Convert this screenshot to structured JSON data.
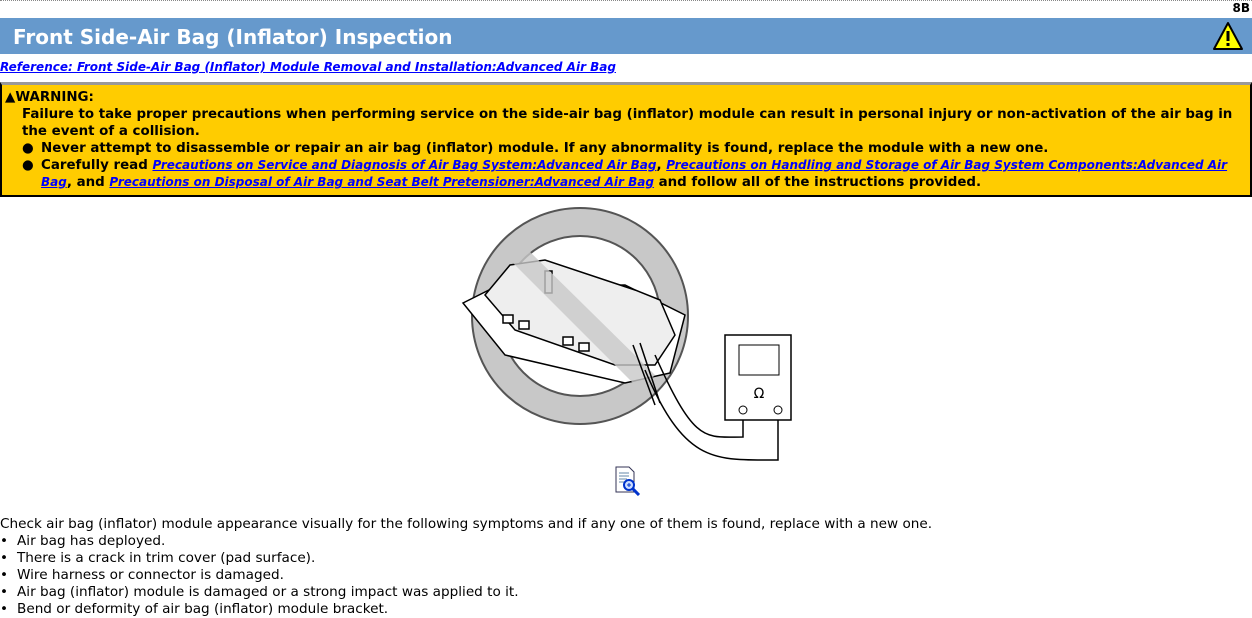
{
  "page_code": "8B",
  "title": "Front Side-Air Bag (Inflator) Inspection",
  "reference_link": "Reference: Front Side-Air Bag (Inflator) Module Removal and Installation:Advanced Air Bag",
  "warning": {
    "heading": "WARNING:",
    "intro": "Failure to take proper precautions when performing service on the side-air bag (inflator) module can result in personal injury or non-activation of the air bag in the event of a collision.",
    "bullet1": "Never attempt to disassemble or repair an air bag (inflator) module. If any abnormality is found, replace the module with a new one.",
    "bullet2_prefix": "Carefully read ",
    "link1": "Precautions on Service and Diagnosis of Air Bag System:Advanced Air Bag",
    "sep1": ", ",
    "link2": "Precautions on Handling and Storage of Air Bag System Components:Advanced Air Bag",
    "sep2": ", and ",
    "link3": "Precautions on Disposal of Air Bag and Seat Belt Pretensioner:Advanced Air Bag",
    "bullet2_suffix": " and follow all of the instructions provided."
  },
  "figure": {
    "meter_symbol": "Ω"
  },
  "body": {
    "intro": "Check air bag (inflator) module appearance visually for the following symptoms and if any one of them is found, replace with a new one.",
    "items": [
      "Air bag has deployed.",
      "There is a crack in trim cover (pad surface).",
      "Wire harness or connector is damaged.",
      "Air bag (inflator) module is damaged or a strong impact was applied to it.",
      "Bend or deformity of air bag (inflator) module bracket."
    ]
  }
}
